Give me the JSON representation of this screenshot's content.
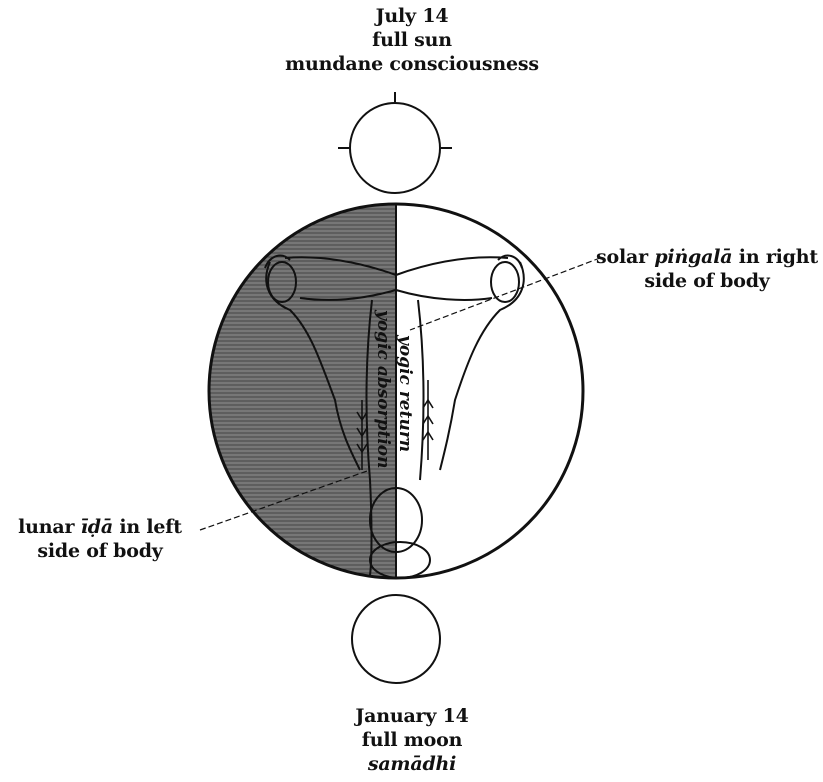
{
  "top": {
    "line1": "July 14",
    "line2": "full sun",
    "line3": "mundane consciousness"
  },
  "bottom": {
    "line1": "January 14",
    "line2": "full moon",
    "line3": "samādhi"
  },
  "right": {
    "prefix": "solar ",
    "term": "piṅgalā",
    "suffix": " in right",
    "line2": "side of body"
  },
  "left": {
    "prefix": "lunar ",
    "term": "īḍā",
    "suffix": " in left",
    "line2": "side of body"
  },
  "arrows": {
    "descending": "yogic absorption",
    "ascending": "yogic return"
  }
}
